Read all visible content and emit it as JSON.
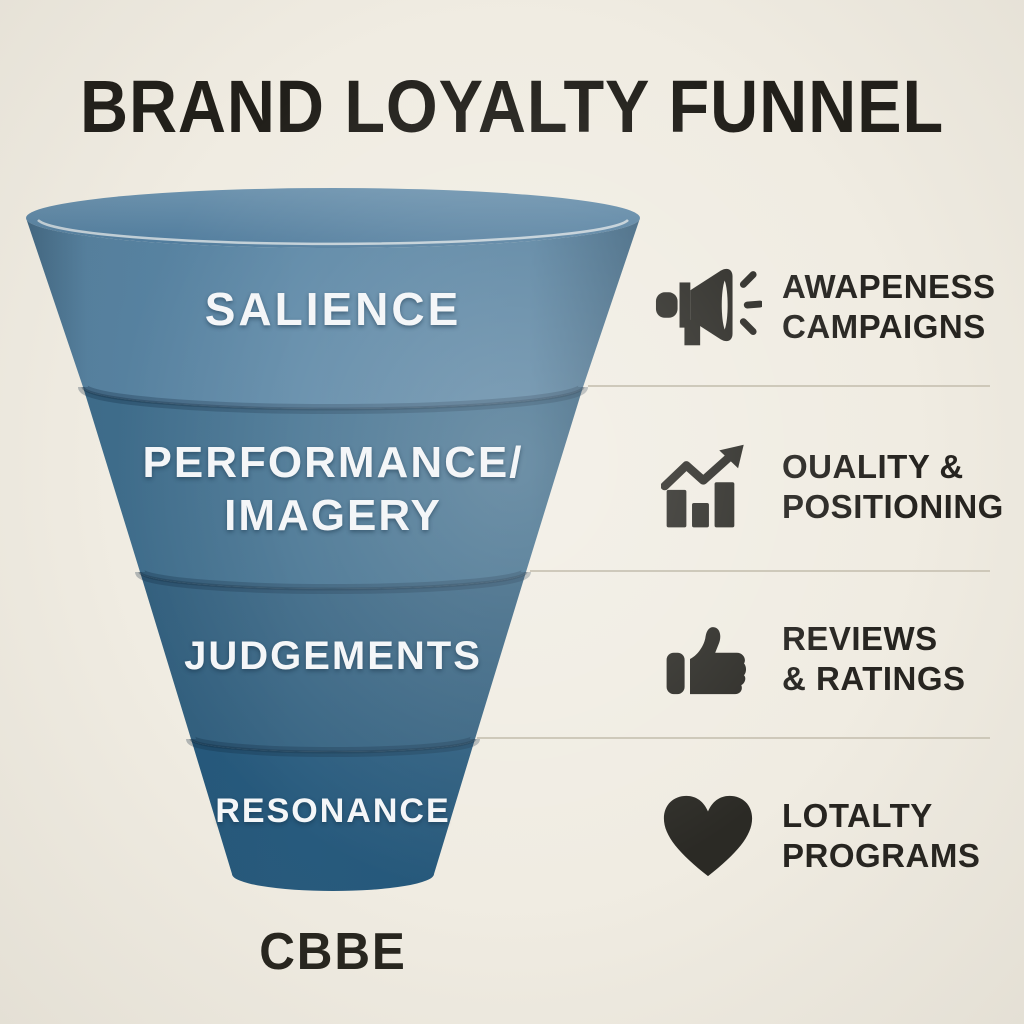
{
  "title": "BRAND LOYALTY FUNNEL",
  "footer_label": "CBBE",
  "colors": {
    "background": "#f0ece2",
    "title_text": "#211f1a",
    "legend_text": "#262420",
    "icon": "#2b2a25",
    "divider": "#c8c2b3",
    "funnel_label_text": "#f4f6f8"
  },
  "funnel": {
    "stages": [
      {
        "line1": "SALIENCE",
        "line2": "",
        "color": "#5a86a5"
      },
      {
        "line1": "PERFORMANCE/",
        "line2": "IMAGERY",
        "color": "#41708f"
      },
      {
        "line1": "JUDGEMENTS",
        "line2": "",
        "color": "#346281"
      },
      {
        "line1": "RESONANCE",
        "line2": "",
        "color": "#275a7d"
      }
    ],
    "mouth_top_color": "#6d93ae",
    "mouth_bottom_color": "#4f7b9c",
    "rim_highlight_color": "#d5dde1"
  },
  "legend": {
    "rows": [
      {
        "icon": "megaphone-icon",
        "line1": "AWAPENESS",
        "line2": "CAMPAIGNS"
      },
      {
        "icon": "bar-chart-icon",
        "line1": "OUALITY &",
        "line2": "POSITIONING"
      },
      {
        "icon": "thumbs-up-icon",
        "line1": "REVIEWS",
        "line2": "& RATINGS"
      },
      {
        "icon": "heart-icon",
        "line1": "LOTALTY",
        "line2": "PROGRAMS"
      }
    ]
  }
}
